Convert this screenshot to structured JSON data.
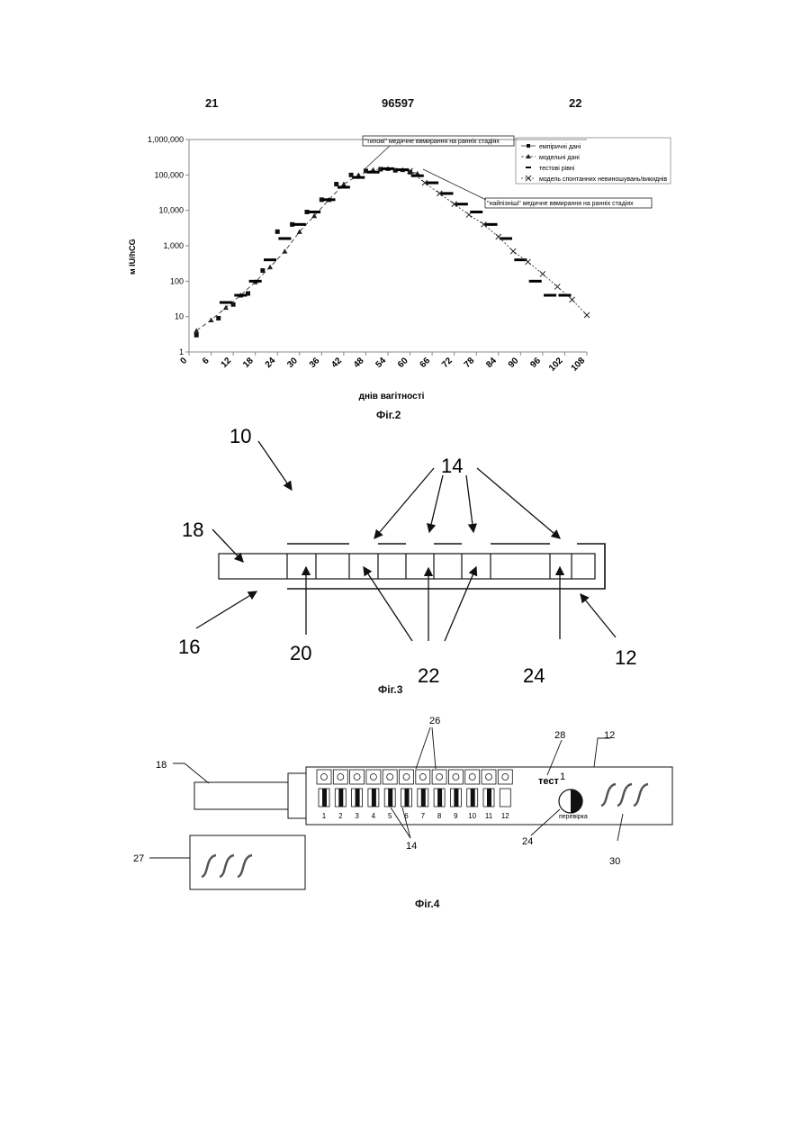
{
  "header": {
    "left_page": "21",
    "patent_number": "96597",
    "right_page": "22"
  },
  "fig2": {
    "caption": "Фіг.2",
    "ylabel": "м IU/hCG",
    "xlabel": "днів вагітності",
    "annotations": {
      "typical": "\"типові\" медичне ввмирання на ранніх стадіях",
      "latest": "\"найпізніші\" медичне ввмирання на ранніх стадіях"
    },
    "legend": [
      {
        "label": "емпіричні дані",
        "marker": "square"
      },
      {
        "label": "модельні дані",
        "marker": "triangle"
      },
      {
        "label": "тестові рівні",
        "marker": "dash"
      },
      {
        "label": "модель спонтанних невиношувань/викиднів",
        "marker": "cross"
      }
    ],
    "ytick_labels": [
      "1",
      "10",
      "100",
      "1,000",
      "10,000",
      "100,000",
      "1,000,000"
    ],
    "xtick_labels": [
      "0",
      "6",
      "12",
      "18",
      "24",
      "30",
      "36",
      "42",
      "48",
      "54",
      "60",
      "66",
      "72",
      "78",
      "84",
      "90",
      "96",
      "102",
      "108"
    ]
  },
  "chart_data": {
    "type": "scatter",
    "title": "",
    "xlabel": "днів вагітності",
    "ylabel": "м IU/hCG",
    "xlim": [
      0,
      108
    ],
    "ylim": [
      1,
      1000000
    ],
    "y_scale": "log",
    "grid": false,
    "legend_position": "top-right",
    "series": [
      {
        "name": "емпіричні дані",
        "marker": "square",
        "x": [
          2,
          8,
          12,
          16,
          20,
          24,
          28,
          32,
          36,
          40,
          44,
          48,
          52,
          56,
          60
        ],
        "y": [
          3,
          9,
          22,
          45,
          200,
          2500,
          4000,
          9000,
          20000,
          55000,
          100000,
          130000,
          145000,
          135000,
          120000
        ]
      },
      {
        "name": "модельні дані",
        "marker": "triangle",
        "x": [
          2,
          6,
          10,
          14,
          18,
          22,
          26,
          30,
          34,
          38,
          42,
          46,
          50,
          54,
          58,
          62
        ],
        "y": [
          4,
          8,
          18,
          40,
          95,
          250,
          700,
          2500,
          7000,
          20000,
          55000,
          100000,
          140000,
          150000,
          140000,
          110000
        ]
      },
      {
        "name": "тестові рівні",
        "marker": "dash",
        "x": [
          10,
          14,
          18,
          22,
          26,
          30,
          34,
          38,
          42,
          46,
          50,
          54,
          58,
          62,
          66,
          70,
          74,
          78,
          82,
          86,
          90,
          94,
          98,
          102
        ],
        "y": [
          25,
          40,
          100,
          400,
          1600,
          4000,
          9000,
          20000,
          45000,
          85000,
          120000,
          150000,
          140000,
          95000,
          60000,
          30000,
          15000,
          9000,
          4000,
          1600,
          400,
          100,
          40,
          40
        ]
      },
      {
        "name": "модель спонтанних невиношувань/викиднів",
        "marker": "cross",
        "x": [
          60,
          64,
          68,
          72,
          76,
          80,
          84,
          88,
          92,
          96,
          100,
          104,
          108
        ],
        "y": [
          130000,
          60000,
          30000,
          15000,
          7500,
          4000,
          1800,
          700,
          350,
          160,
          70,
          30,
          11
        ]
      }
    ]
  },
  "fig3": {
    "caption": "Фіг.3",
    "labels": {
      "l10": "10",
      "l14": "14",
      "l18": "18",
      "l16": "16",
      "l20": "20",
      "l22": "22",
      "l24": "24",
      "l12": "12"
    }
  },
  "fig4": {
    "caption": "Фіг.4",
    "test_label": "тест",
    "test_value": "1",
    "check_label": "перевірка",
    "window_numbers": [
      "1",
      "2",
      "3",
      "4",
      "5",
      "6",
      "7",
      "8",
      "9",
      "10",
      "11",
      "12"
    ],
    "labels": {
      "l18": "18",
      "l26": "26",
      "l28": "28",
      "l12": "12",
      "l27": "27",
      "l14": "14",
      "l24": "24",
      "l30": "30"
    }
  }
}
